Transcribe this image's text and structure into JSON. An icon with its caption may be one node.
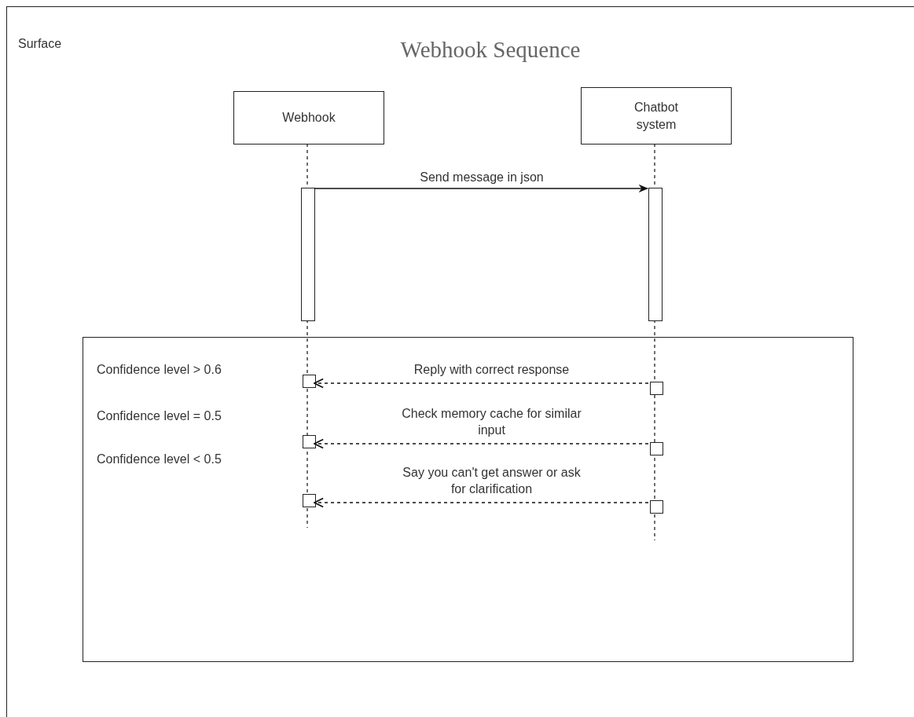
{
  "diagram": {
    "title": "Webhook Sequence",
    "nodes": [
      {
        "text": [
          "Surface"
        ]
      },
      {
        "text": [
          "Webhook"
        ],
        "in": 0
      },
      {
        "text": [
          "Chatbot system"
        ],
        "in": 0
      },
      {
        "text": [],
        "shape": "bar",
        "in": 0
      },
      {
        "text": [],
        "shape": "bar",
        "in": 0
      },
      {
        "text": [],
        "shape": "box",
        "in": 0
      },
      {
        "text": [],
        "shape": "box",
        "in": 5
      },
      {
        "text": [],
        "shape": "box",
        "in": 5
      },
      {
        "text": [],
        "shape": "box",
        "in": 5
      },
      {
        "text": [],
        "shape": "box",
        "in": 5
      },
      {
        "text": [],
        "shape": "box",
        "in": 5
      },
      {
        "text": [],
        "shape": "box",
        "in": 5
      }
    ],
    "edges": [
      {
        "from": 3,
        "to": 4,
        "arrow": "to",
        "label": "Send message in json"
      },
      {
        "from": 7,
        "to": 6,
        "arrow": "to",
        "label": "Reply with correct response",
        "style": "dashed"
      },
      {
        "from": 9,
        "to": 8,
        "arrow": "to",
        "label": "Check memory cache for similar input",
        "style": "dashed"
      },
      {
        "from": 11,
        "to": 10,
        "arrow": "to",
        "label": "Say you can't get answer or ask for clarification",
        "style": "dashed"
      }
    ],
    "labels": [
      "Confidence level > 0.6",
      "Confidence level = 0.5",
      "Confidence level < 0.5"
    ]
  }
}
